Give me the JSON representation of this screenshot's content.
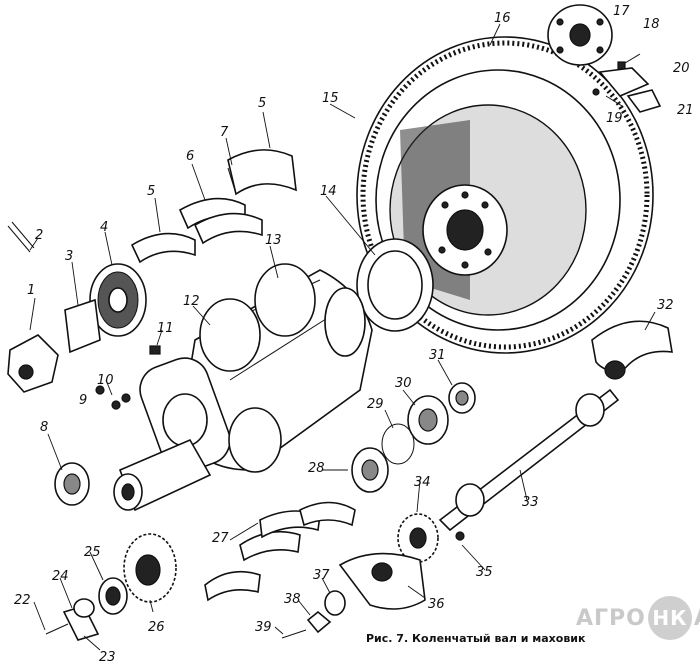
{
  "figure": {
    "caption": "Рис. 7. Коленчатый вал и маховик",
    "watermark": {
      "left": "АГРО",
      "circle": "НК",
      "right": "А"
    }
  },
  "callouts": [
    "1",
    "2",
    "3",
    "4",
    "5",
    "5",
    "6",
    "7",
    "8",
    "9",
    "10",
    "11",
    "12",
    "13",
    "14",
    "15",
    "16",
    "17",
    "18",
    "19",
    "20",
    "21",
    "22",
    "23",
    "24",
    "25",
    "26",
    "27",
    "28",
    "29",
    "30",
    "31",
    "32",
    "33",
    "34",
    "35",
    "36",
    "37",
    "38",
    "39"
  ]
}
